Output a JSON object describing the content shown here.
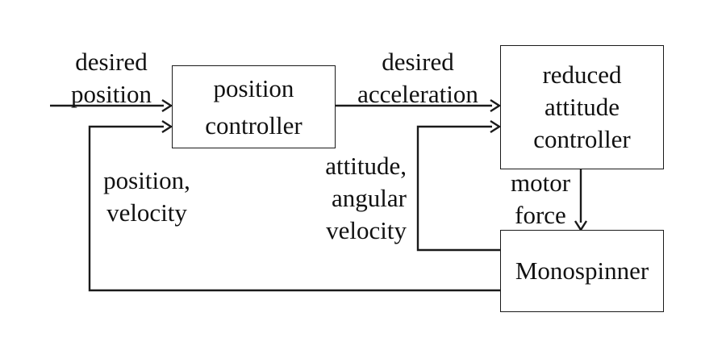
{
  "blocks": {
    "position_controller": [
      "position",
      "controller"
    ],
    "attitude_controller": [
      "reduced",
      "attitude",
      "controller"
    ],
    "plant": "Monospinner"
  },
  "signals": {
    "desired_position": [
      "desired",
      "position"
    ],
    "desired_acceleration": [
      "desired",
      "acceleration"
    ],
    "position_velocity": [
      "position,",
      "velocity"
    ],
    "attitude_angular_velocity": [
      "attitude,",
      "angular",
      "velocity"
    ],
    "motor_force": [
      "motor",
      "force"
    ]
  },
  "colors": {
    "line": "#1a1a1a",
    "text": "#111111",
    "background": "#ffffff"
  }
}
